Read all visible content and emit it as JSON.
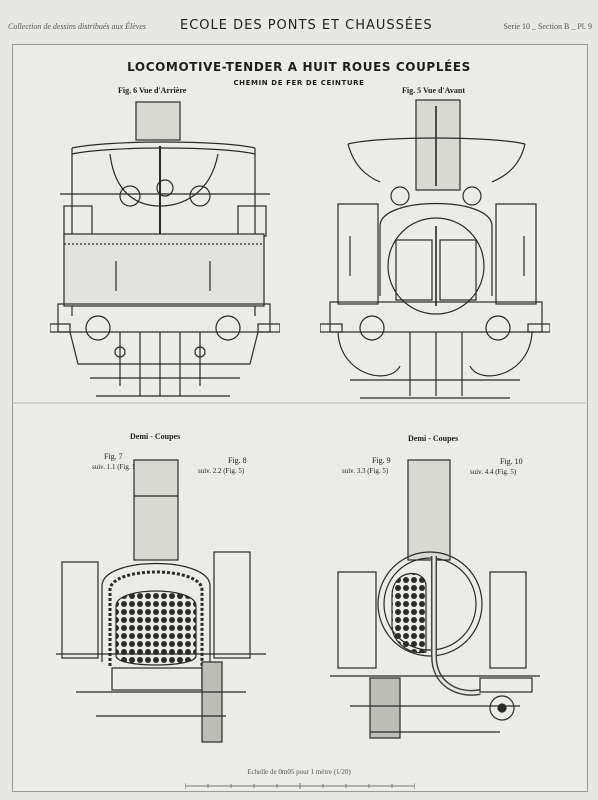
{
  "header": {
    "collection": "Collection de dessins distribués aux Élèves",
    "school": "ECOLE DES PONTS ET CHAUSSÉES",
    "series": "Serie 10 _ Section B _ Pl. 9"
  },
  "plate": {
    "title": "LOCOMOTIVE-TENDER A HUIT ROUES COUPLÉES",
    "subtitle": "CHEMIN DE FER DE CEINTURE"
  },
  "figures": {
    "fig6": "Fig. 6  Vue d'Arrière",
    "fig5": "Fig. 5  Vue d'Avant",
    "demi_left": "Demi - Coupes",
    "demi_right": "Demi - Coupes",
    "fig7": "Fig. 7",
    "fig7_sub": "suiv. 1.1 (Fig. 5)",
    "fig8": "Fig. 8",
    "fig8_sub": "suiv. 2.2 (Fig. 5)",
    "fig9": "Fig. 9",
    "fig9_sub": "suiv. 3.3 (Fig. 5)",
    "fig10": "Fig. 10",
    "fig10_sub": "suiv. 4.4 (Fig. 5)"
  },
  "footer": {
    "scale": "Echelle de 0m05 pour 1 mètre (1/20)"
  },
  "colors": {
    "paper": "#e7e7e3",
    "ink": "#1e1e1e"
  }
}
